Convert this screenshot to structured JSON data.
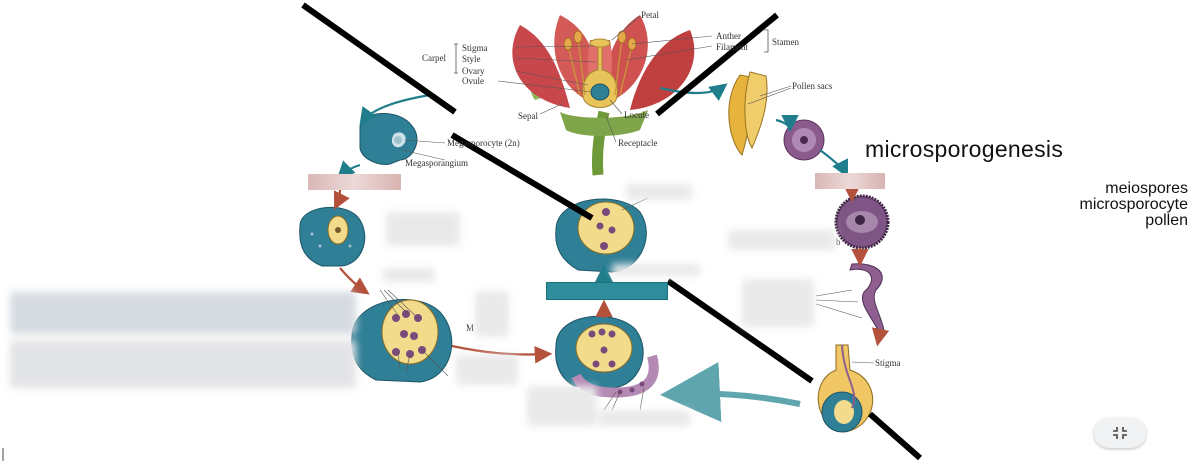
{
  "flower_labels": {
    "petal": "Petal",
    "anther": "Anther",
    "filament": "Filament",
    "stamen": "Stamen",
    "carpel": "Carpel",
    "stigma": "Stigma",
    "style": "Style",
    "ovary": "Ovary",
    "ovule": "Ovule",
    "sepal": "Sepal",
    "locule": "Locule",
    "receptacle": "Receptacle",
    "pollen_sacs": "Pollen sacs",
    "megasporocyte": "Megasporocyte (2n)",
    "megasporangium": "Megasporangium",
    "stigma_lower": "Stigma",
    "partial_m": "M",
    "partial_b": "b"
  },
  "side_panel": {
    "title": "microsporogenesis",
    "terms": [
      "meiospores",
      "microsporocyte",
      "pollen"
    ]
  },
  "colors": {
    "teal": "#2f7f96",
    "ovule_yellow": "#f2dc8c",
    "arrow_red": "#b3513b",
    "petal_red": "#c9494a",
    "pollen_purple": "#8a5a8a"
  },
  "controls": {
    "exit_fullscreen_icon": "collapse-icon"
  }
}
